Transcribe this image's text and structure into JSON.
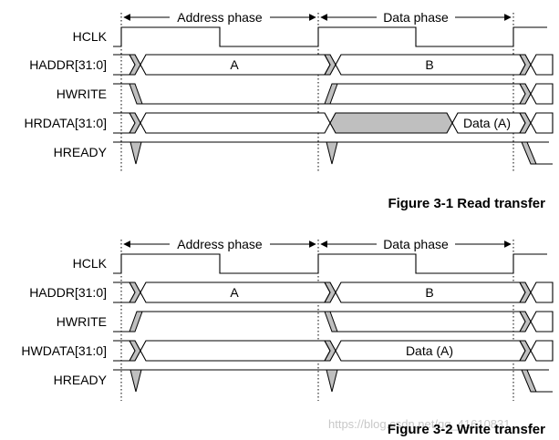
{
  "watermark": "https://blog.csdn.net/qq_41610831",
  "diagrams": [
    {
      "caption": "Figure 3-1 Read transfer",
      "phases": {
        "address": "Address phase",
        "data": "Data phase"
      },
      "signals": {
        "hclk": "HCLK",
        "haddr": "HADDR[31:0]",
        "hwrite": "HWRITE",
        "hdata": "HRDATA[31:0]",
        "hready": "HREADY"
      },
      "values": {
        "addr_a": "A",
        "addr_b": "B",
        "data": "Data (A)"
      }
    },
    {
      "caption": "Figure 3-2 Write transfer",
      "phases": {
        "address": "Address phase",
        "data": "Data phase"
      },
      "signals": {
        "hclk": "HCLK",
        "haddr": "HADDR[31:0]",
        "hwrite": "HWRITE",
        "hdata": "HWDATA[31:0]",
        "hready": "HREADY"
      },
      "values": {
        "addr_a": "A",
        "addr_b": "B",
        "data": "Data (A)"
      }
    }
  ]
}
